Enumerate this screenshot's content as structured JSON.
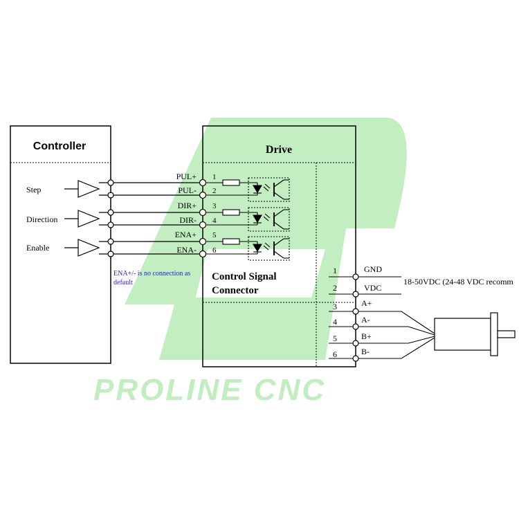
{
  "watermark": {
    "text": "PROLINE CNC",
    "color": "#7ed87e"
  },
  "controller": {
    "title": "Controller",
    "signals": [
      "Step",
      "Direction",
      "Enable"
    ],
    "note": "ENA+/- is no connection as default",
    "note_color": "#1f1fd1"
  },
  "drive": {
    "title": "Drive",
    "connector_label_line1": "Control Signal",
    "connector_label_line2": "Connector",
    "control_pins": [
      {
        "num": "1",
        "label": "PUL+"
      },
      {
        "num": "2",
        "label": "PUL-"
      },
      {
        "num": "3",
        "label": "DIR+"
      },
      {
        "num": "4",
        "label": "DIR-"
      },
      {
        "num": "5",
        "label": "ENA+"
      },
      {
        "num": "6",
        "label": "ENA-"
      }
    ],
    "power_pins": [
      {
        "num": "1",
        "label": "GND"
      },
      {
        "num": "2",
        "label": "VDC"
      }
    ],
    "motor_pins": [
      {
        "num": "3",
        "label": "A+"
      },
      {
        "num": "4",
        "label": "A-"
      },
      {
        "num": "5",
        "label": "B+"
      },
      {
        "num": "6",
        "label": "B-"
      }
    ]
  },
  "power_supply_note": "18-50VDC (24-48 VDC recomm",
  "icons": [
    "buffer-icon",
    "optocoupler-icon",
    "resistor-icon",
    "motor-icon"
  ],
  "colors": {
    "line": "#000000"
  }
}
